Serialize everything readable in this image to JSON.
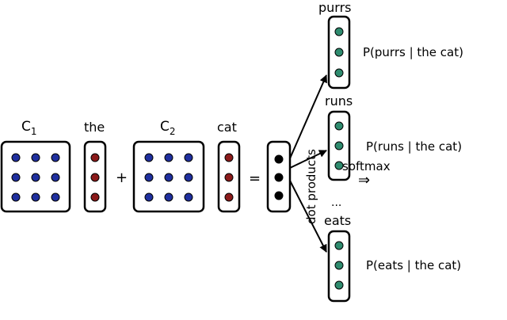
{
  "labels": {
    "c1": "C",
    "c1_sub": "1",
    "the": "the",
    "c2": "C",
    "c2_sub": "2",
    "cat": "cat",
    "plus": "+",
    "equals": "=",
    "dot_products": "dot products",
    "softmax": "softmax",
    "implies_arrow": "⇒",
    "ellipsis": "..."
  },
  "outputs": [
    {
      "word": "purrs",
      "probability_label": "P(purrs | the cat)"
    },
    {
      "word": "runs",
      "probability_label": "P(runs | the cat)"
    },
    {
      "word": "eats",
      "probability_label": "P(eats | the cat)"
    }
  ],
  "colors": {
    "context_matrix_dot": "#1f2f9e",
    "word_vector_dot": "#8b1a1a",
    "sum_vector_dot": "#000000",
    "output_vector_dot": "#2e8b6e",
    "stroke": "#000000"
  }
}
